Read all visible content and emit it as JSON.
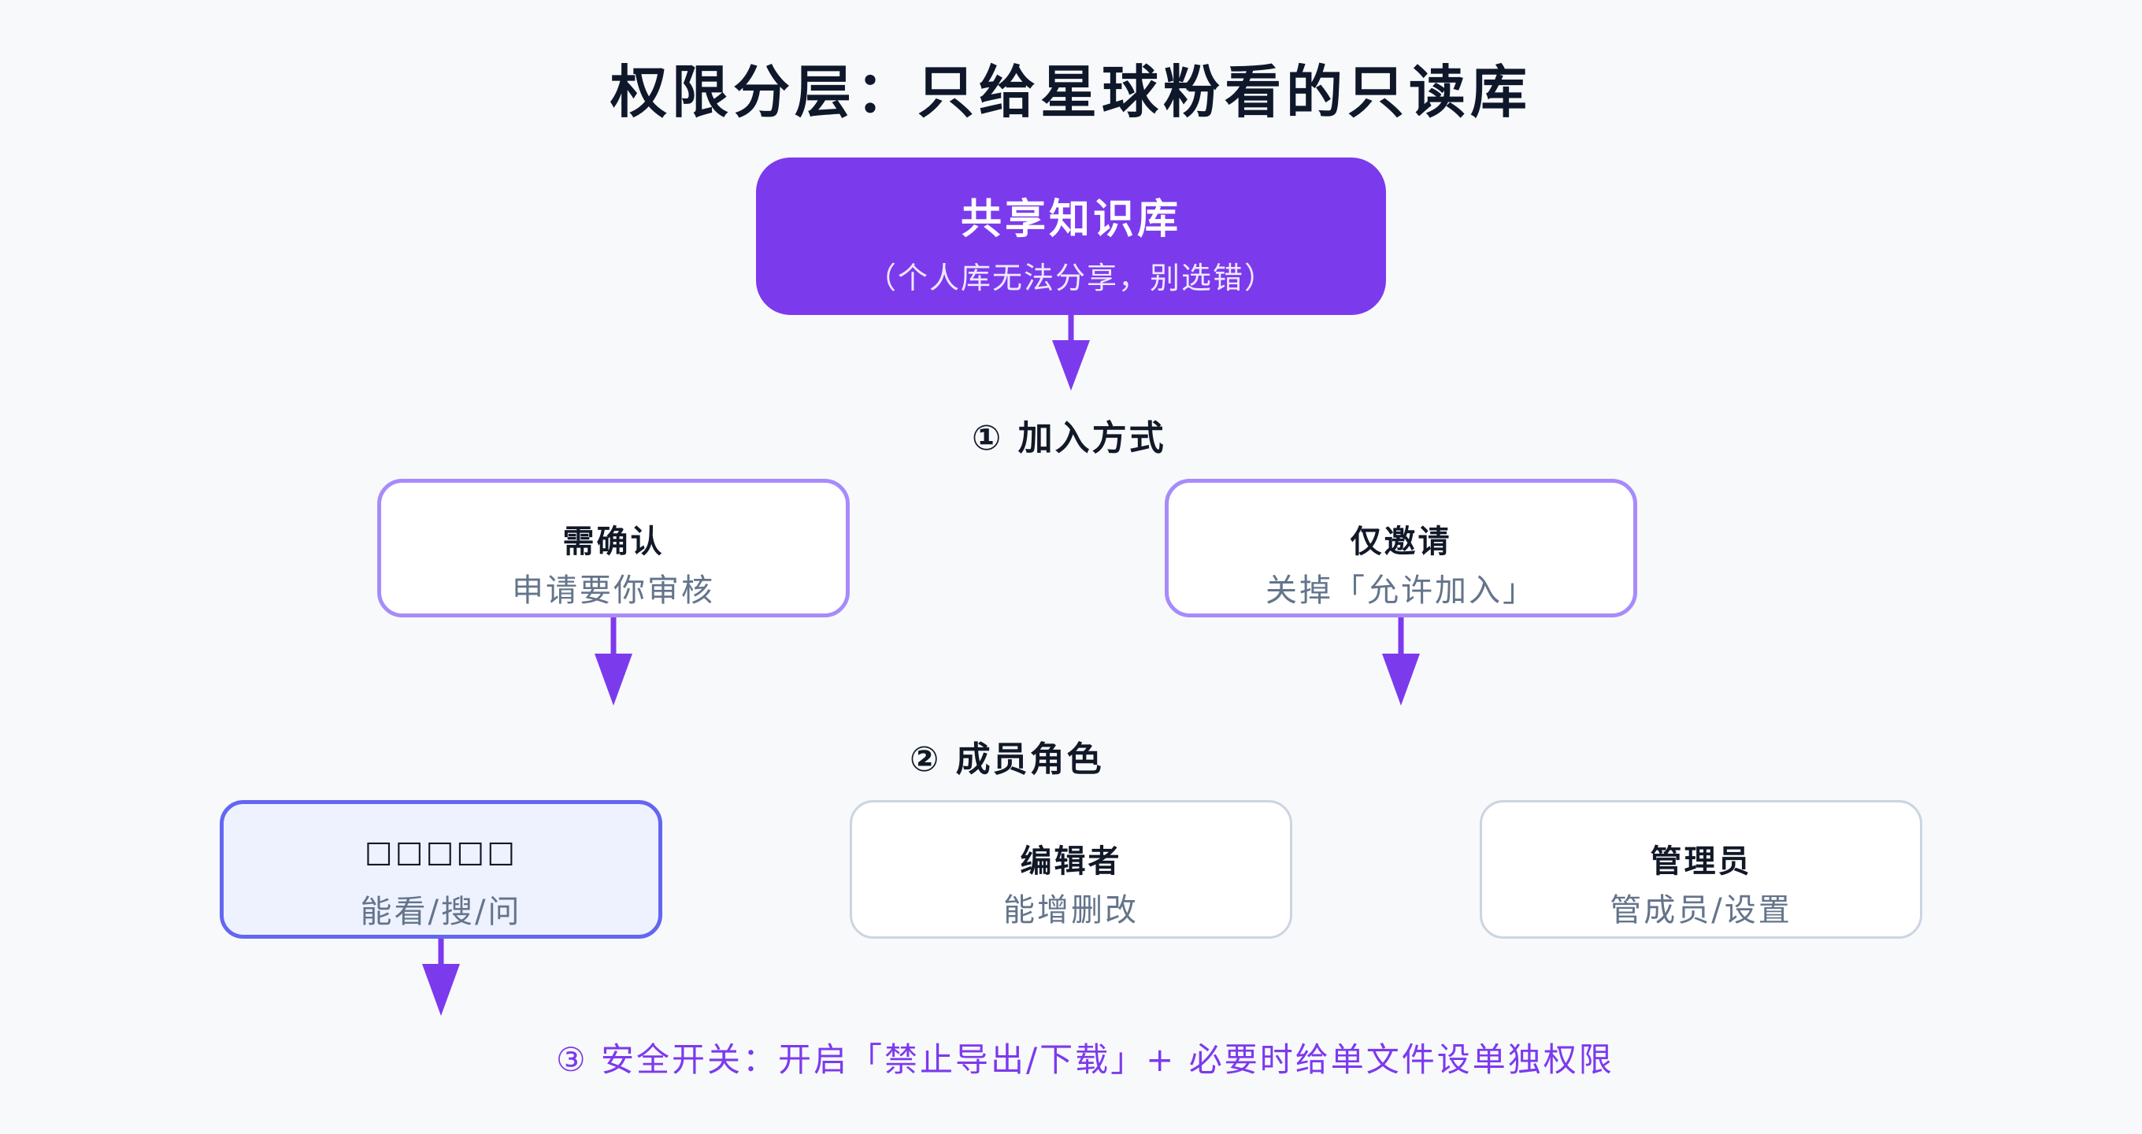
{
  "title": "权限分层：只给星球粉看的只读库",
  "root": {
    "title": "共享知识库",
    "subtitle": "（个人库无法分享，别选错）"
  },
  "steps": {
    "join": "① 加入方式",
    "roles": "② 成员角色",
    "security": "③ 安全开关：开启「禁止导出/下载」+ 必要时给单文件设单独权限"
  },
  "join_options": [
    {
      "title": "需确认",
      "subtitle": "申请要你审核"
    },
    {
      "title": "仅邀请",
      "subtitle": "关掉「允许加入」"
    }
  ],
  "roles": [
    {
      "title": "☐☐☐☐☐",
      "subtitle": "能看/搜/问",
      "highlighted": true
    },
    {
      "title": "编辑者",
      "subtitle": "能增删改",
      "highlighted": false
    },
    {
      "title": "管理员",
      "subtitle": "管成员/设置",
      "highlighted": false
    }
  ],
  "colors": {
    "accent": "#7c3aed",
    "option_border": "#a78bfa",
    "role_border": "#cbd5e1",
    "highlight_border": "#6366f1",
    "highlight_fill": "#eef2ff"
  }
}
